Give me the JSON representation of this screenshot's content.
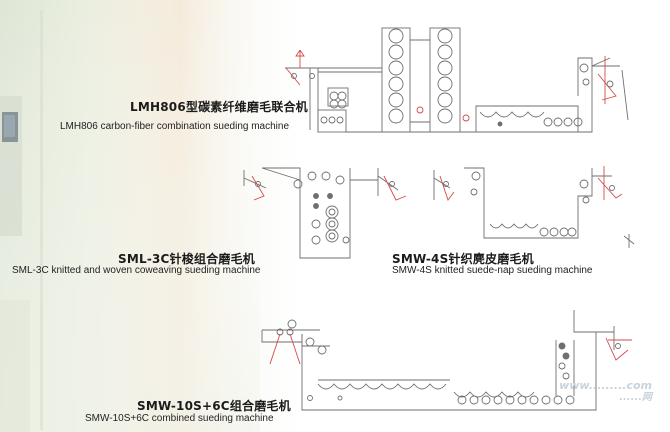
{
  "machines": [
    {
      "cn": "LMH806型碳素纤维磨毛联合机",
      "en": "LMH806 carbon-fiber combination sueding machine"
    },
    {
      "cn": "SML-3C针梭组合磨毛机",
      "en": "SML-3C knitted and woven coweaving sueding machine"
    },
    {
      "cn": "SMW-4S针织麂皮磨毛机",
      "en": "SMW-4S knitted suede-nap sueding machine"
    },
    {
      "cn": "SMW-10S+6C组合磨毛机",
      "en": "SMW-10S+6C combined sueding machine"
    }
  ],
  "watermark": {
    "url": "www.........com",
    "cn": "......网"
  },
  "colors": {
    "line": "#6f6f6f",
    "accent": "#d44a4a",
    "wall": "#e8ecdf"
  }
}
